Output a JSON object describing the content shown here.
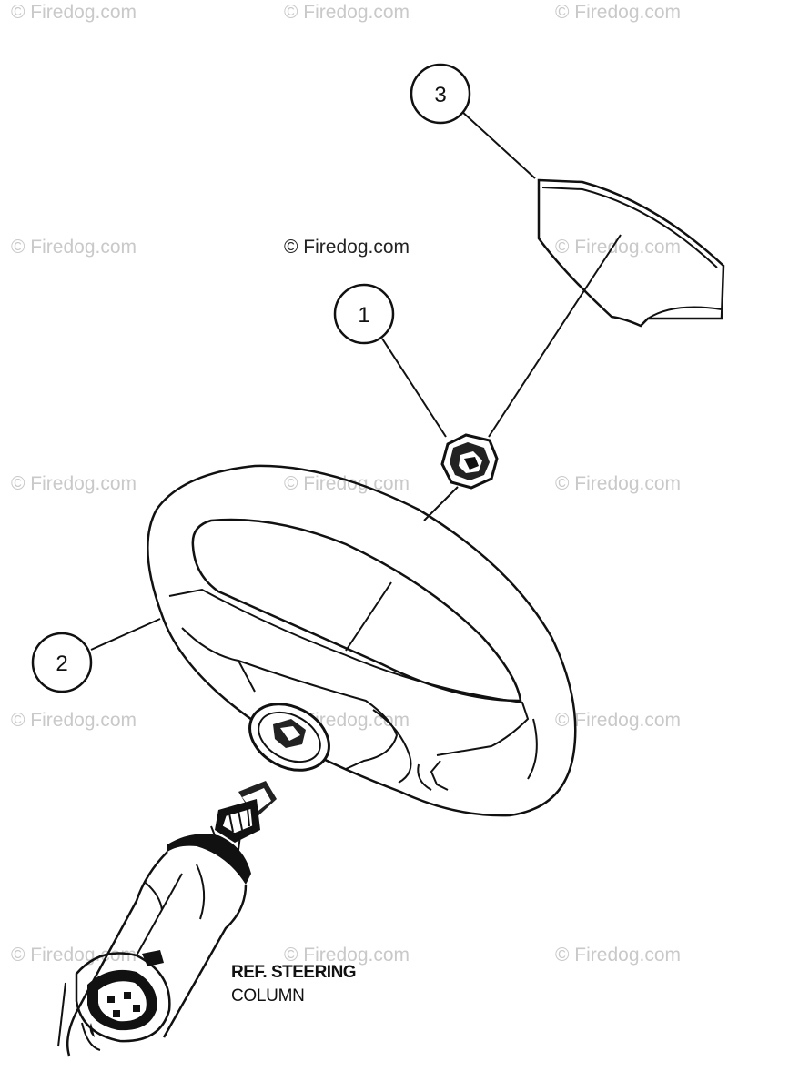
{
  "watermark_text": "© Firedog.com",
  "callouts": [
    {
      "number": "1",
      "part": "nut"
    },
    {
      "number": "2",
      "part": "steering-wheel"
    },
    {
      "number": "3",
      "part": "cover-cap"
    }
  ],
  "reference": {
    "line1": "REF. STEERING",
    "line2": "COLUMN"
  }
}
